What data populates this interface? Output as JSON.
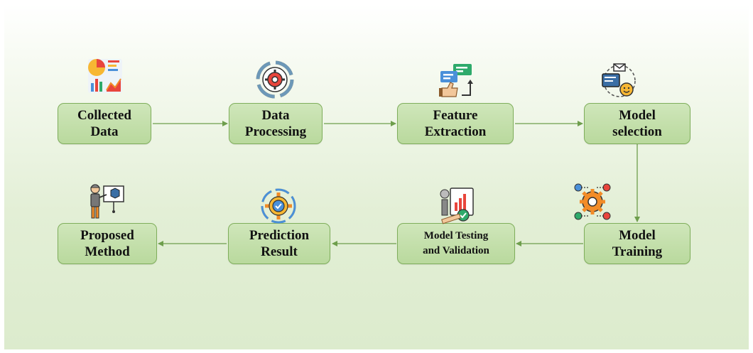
{
  "diagram": {
    "nodes": [
      {
        "id": "collected",
        "label": "Collected\nData"
      },
      {
        "id": "processing",
        "label": "Data\nProcessing"
      },
      {
        "id": "feature",
        "label": "Feature\nExtraction"
      },
      {
        "id": "selection",
        "label": "Model\nselection"
      },
      {
        "id": "training",
        "label": "Model\nTraining"
      },
      {
        "id": "testing",
        "label": "Model Testing\nand Validation"
      },
      {
        "id": "prediction",
        "label": "Prediction\nResult"
      },
      {
        "id": "proposed",
        "label": "Proposed\nMethod"
      }
    ],
    "edges": [
      {
        "from": "collected",
        "to": "processing"
      },
      {
        "from": "processing",
        "to": "feature"
      },
      {
        "from": "feature",
        "to": "selection"
      },
      {
        "from": "selection",
        "to": "training"
      },
      {
        "from": "training",
        "to": "testing"
      },
      {
        "from": "testing",
        "to": "prediction"
      },
      {
        "from": "prediction",
        "to": "proposed"
      }
    ],
    "icons": [
      {
        "node": "collected",
        "name": "charts-dashboard-icon"
      },
      {
        "node": "processing",
        "name": "gear-cycle-icon"
      },
      {
        "node": "feature",
        "name": "chat-thumbs-up-icon"
      },
      {
        "node": "selection",
        "name": "email-monitor-person-icon"
      },
      {
        "node": "training",
        "name": "gear-network-icon"
      },
      {
        "node": "testing",
        "name": "report-checkmark-icon"
      },
      {
        "node": "prediction",
        "name": "gear-check-cycle-icon"
      },
      {
        "node": "proposed",
        "name": "presenter-board-icon"
      }
    ],
    "colors": {
      "node_fill": "#c4e0aa",
      "node_border": "#7fae5b",
      "arrow": "#6e9e4c"
    }
  }
}
